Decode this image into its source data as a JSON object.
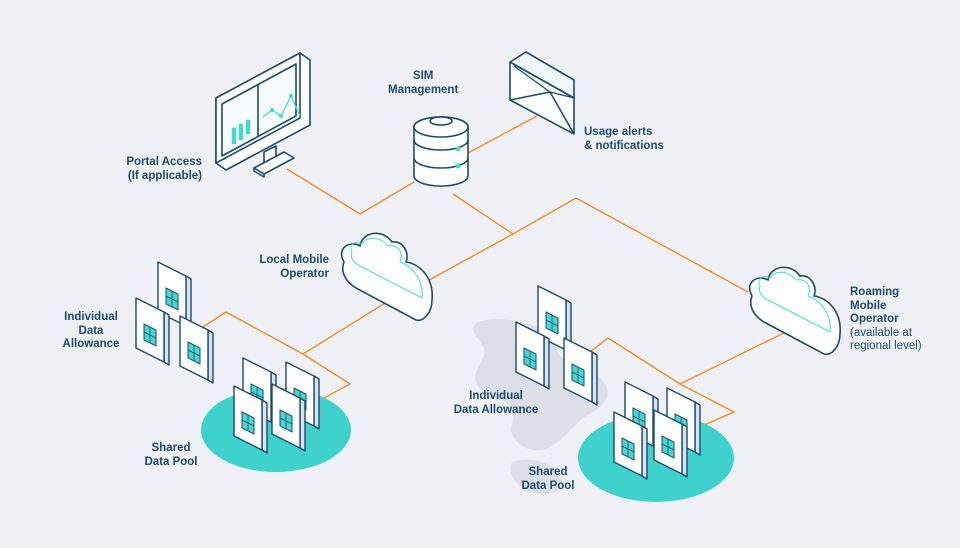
{
  "labels": {
    "sim_management": [
      "SIM",
      "Management"
    ],
    "portal_access": [
      "Portal Access",
      "(If applicable)"
    ],
    "usage_alerts": [
      "Usage alerts",
      "& notifications"
    ],
    "local_mobile_operator": [
      "Local Mobile",
      "Operator"
    ],
    "roaming_mobile_operator": [
      "Roaming",
      "Mobile",
      "Operator"
    ],
    "roaming_note": [
      "(available at",
      "regional level)"
    ],
    "individual_allowance_left": [
      "Individual",
      "Data",
      "Allowance"
    ],
    "shared_pool_left": [
      "Shared",
      "Data Pool"
    ],
    "individual_allowance_right": [
      "Individual",
      "Data Allowance"
    ],
    "shared_pool_right": [
      "Shared",
      "Data Pool"
    ]
  },
  "icons": {
    "monitor": "monitor-icon",
    "database": "database-icon",
    "envelope": "envelope-icon",
    "cloud": "cloud-icon",
    "sim": "sim-card-icon",
    "pool": "data-pool-icon"
  },
  "colors": {
    "background": "#f0f1f6",
    "link": "#f08a24",
    "outline": "#1d4a6e",
    "pool": "#3fd1cc",
    "accent": "#4ad6d0",
    "map": "#dcdfe8"
  }
}
